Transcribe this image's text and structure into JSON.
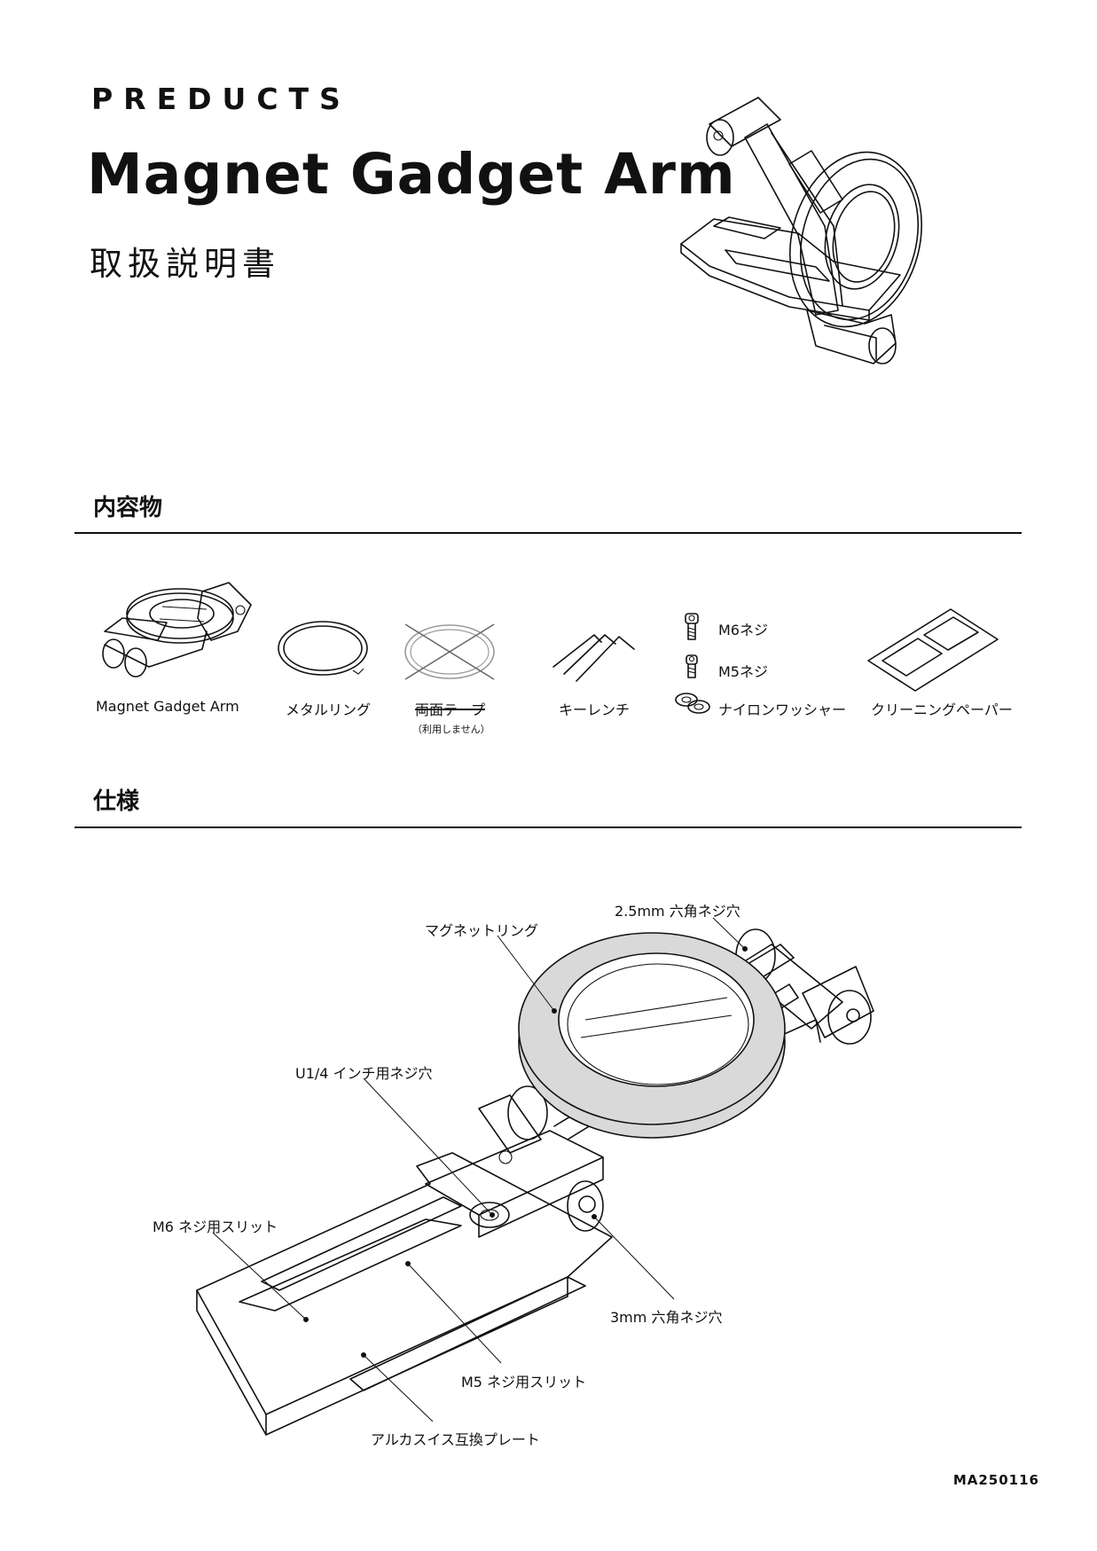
{
  "header": {
    "brand": "PREDUCTS",
    "title": "Magnet Gadget Arm",
    "subtitle": "取扱説明書"
  },
  "contents": {
    "heading": "内容物",
    "items": [
      {
        "label": "Magnet Gadget Arm",
        "icon": "gadget-arm-icon"
      },
      {
        "label": "メタルリング",
        "icon": "metal-ring-icon"
      },
      {
        "label": "両面テープ",
        "note": "（利用しません）",
        "icon": "double-sided-tape-icon"
      },
      {
        "label": "キーレンチ",
        "icon": "hex-key-icon"
      },
      {
        "label": "ナイロンワッシャー",
        "icon": "nylon-washer-icon"
      },
      {
        "label": "クリーニングペーパー",
        "icon": "cleaning-paper-icon"
      }
    ],
    "screws": [
      {
        "label": "M6ネジ",
        "icon": "screw-icon"
      },
      {
        "label": "M5ネジ",
        "icon": "screw-icon"
      }
    ]
  },
  "specs": {
    "heading": "仕様",
    "callouts": {
      "hex_25": "2.5mm 六角ネジ穴",
      "magnet_ring": "マグネットリング",
      "u14": "U1/4 インチ用ネジ穴",
      "m6_slit": "M6 ネジ用スリット",
      "hex_3": "3mm 六角ネジ穴",
      "m5_slit": "M5 ネジ用スリット",
      "arca": "アルカスイス互換プレート"
    }
  },
  "footer": {
    "code": "MA250116"
  },
  "colors": {
    "text": "#111111",
    "ring_fill": "#d9d9d9",
    "background": "#ffffff"
  }
}
